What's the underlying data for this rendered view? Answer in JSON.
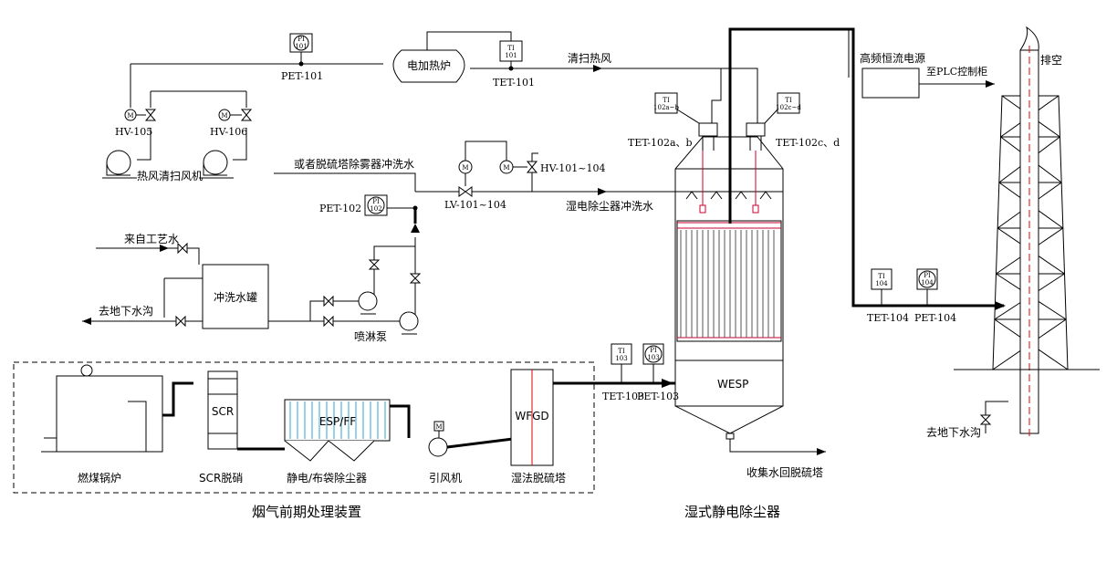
{
  "labels": {
    "pet101": "PET-101",
    "electric_heater": "电加热炉",
    "tet101": "TET-101",
    "purge_hot_air": "清扫热风",
    "hv105": "HV-105",
    "hv106": "HV-106",
    "hot_air_fan": "热风清扫风机",
    "or_desulf_water": "或者脱硫塔除雾器冲洗水",
    "hv101_104": "HV-101~104",
    "pet102": "PET-102",
    "lv101_104": "LV-101~104",
    "wesp_flush_water": "湿电除尘器冲洗水",
    "from_process_water": "来自工艺水",
    "flush_tank": "冲洗水罐",
    "to_sewer_1": "去地下水沟",
    "spray_pump": "喷淋泵",
    "tet102ab": "TET-102a、b",
    "tet102cd": "TET-102c、d",
    "hf_power": "高频恒流电源",
    "to_plc": "至PLC控制柜",
    "exhaust": "排空",
    "tet104": "TET-104",
    "pet104": "PET-104",
    "tet103": "TET-103",
    "pet103": "PET-103",
    "wesp": "WESP",
    "collect_water": "收集水回脱硫塔",
    "to_sewer_2": "去地下水沟",
    "coal_boiler": "燃煤锅炉",
    "scr_inner": "SCR",
    "scr_label": "SCR脱硝",
    "esp_ff_inner": "ESP/FF",
    "esp_ff_label": "静电/布袋除尘器",
    "id_fan": "引风机",
    "wfgd_inner": "WFGD",
    "wfgd_label": "湿法脱硫塔",
    "pretreatment_title": "烟气前期处理装置",
    "wesp_title": "湿式静电除尘器"
  },
  "instruments": {
    "pi101": [
      "PI",
      "101"
    ],
    "ti101": [
      "TI",
      "101"
    ],
    "pi102": [
      "PI",
      "102"
    ],
    "ti102ab": [
      "TI",
      "102a~b"
    ],
    "ti102cd": [
      "TI",
      "102c~d"
    ],
    "ti103": [
      "TI",
      "103"
    ],
    "pi103": [
      "PI",
      "103"
    ],
    "ti104": [
      "TI",
      "104"
    ],
    "pi104": [
      "PI",
      "104"
    ]
  },
  "valve_marks": {
    "motor": "M"
  },
  "colors": {
    "line": "#000000",
    "electrode": "#cc0033",
    "filter": "#33a6cc",
    "centerline": "#dd0000"
  }
}
